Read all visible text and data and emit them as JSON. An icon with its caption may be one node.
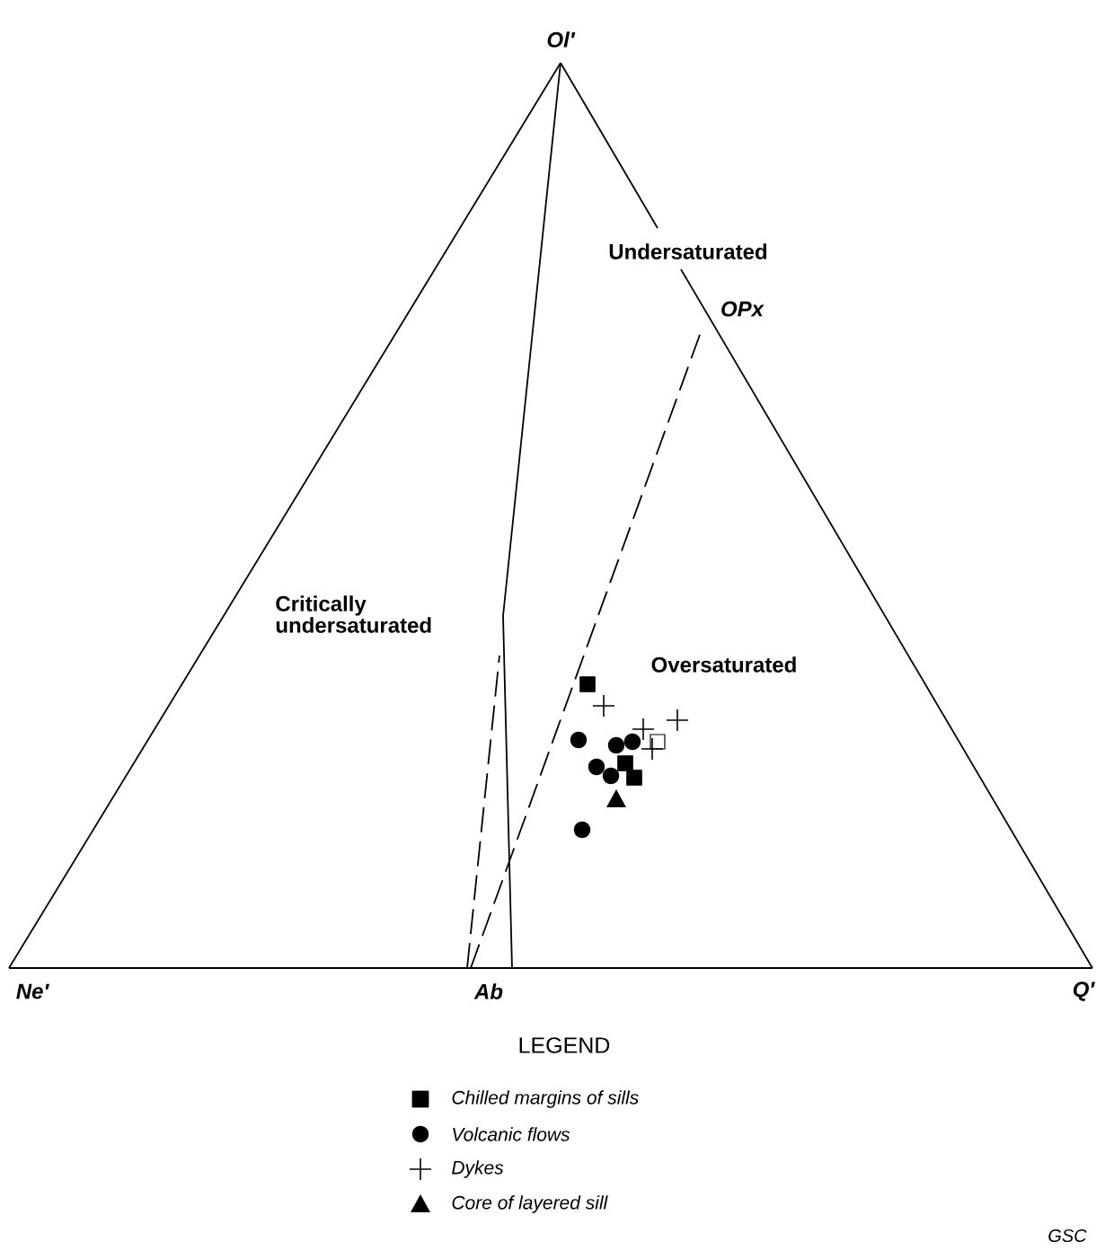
{
  "diagram": {
    "labels": [
      "Ol′",
      "Undersaturated",
      "OPx",
      "Critically undersaturated",
      "Oversaturated",
      "Ne′",
      "Ab",
      "Q′",
      "LEGEND",
      "GSC"
    ],
    "legend": [
      {
        "text": "Chilled margins of sills"
      },
      {
        "text": "Volcanic flows"
      },
      {
        "text": "Dykes"
      },
      {
        "text": "Core of layered sill"
      }
    ]
  }
}
